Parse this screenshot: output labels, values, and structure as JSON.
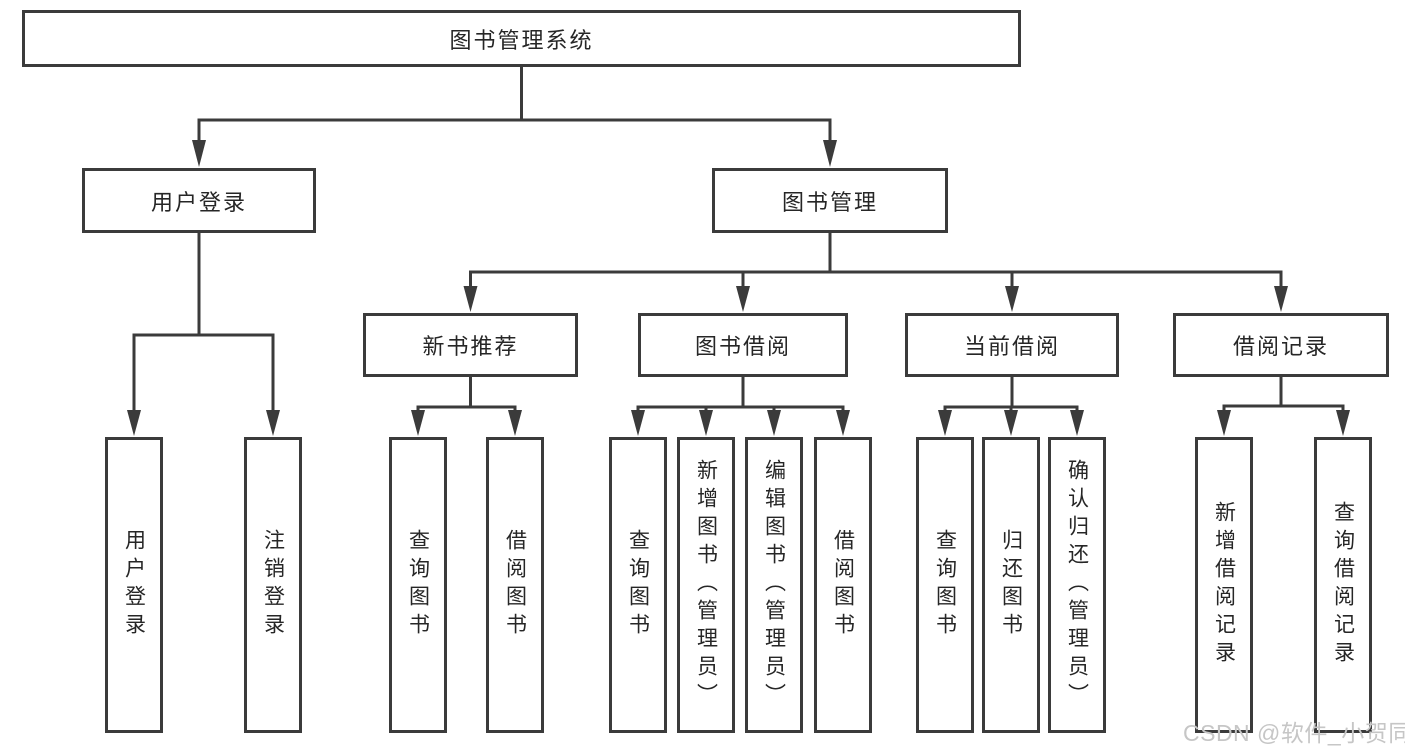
{
  "style": {
    "line_color": "#3b3b3b",
    "text_color": "#262626",
    "box_bg": "#ffffff",
    "page_bg": "#ffffff",
    "watermark_color": "#c6c6c6"
  },
  "watermark": {
    "text": "CSDN @软件_小贺同学"
  },
  "nodes": {
    "root": {
      "label": "图书管理系统"
    },
    "userLogin": {
      "label": "用户登录"
    },
    "bookManagement": {
      "label": "图书管理"
    },
    "newBookRecommend": {
      "label": "新书推荐"
    },
    "bookBorrow": {
      "label": "图书借阅"
    },
    "currentBorrow": {
      "label": "当前借阅"
    },
    "borrowRecord": {
      "label": "借阅记录"
    },
    "leafUserLogin": {
      "label": "用户登录"
    },
    "leafLogout": {
      "label": "注销登录"
    },
    "leafQueryBooksA": {
      "label": "查询图书"
    },
    "leafBorrowBooksA": {
      "label": "借阅图书"
    },
    "leafQueryBooksB": {
      "label": "查询图书"
    },
    "leafAddBooks": {
      "label": "新增图书（管理员）"
    },
    "leafEditBooks": {
      "label": "编辑图书（管理员）"
    },
    "leafBorrowBooksB": {
      "label": "借阅图书"
    },
    "leafQueryBooksC": {
      "label": "查询图书"
    },
    "leafReturnBooks": {
      "label": "归还图书"
    },
    "leafConfirmReturn": {
      "label": "确认归还（管理员）"
    },
    "leafAddBorrowRecord": {
      "label": "新增借阅记录"
    },
    "leafQueryBorrowRecord": {
      "label": "查询借阅记录"
    }
  },
  "hierarchy": {
    "root": [
      "userLogin",
      "bookManagement"
    ],
    "userLogin": [
      "leafUserLogin",
      "leafLogout"
    ],
    "bookManagement": [
      "newBookRecommend",
      "bookBorrow",
      "currentBorrow",
      "borrowRecord"
    ],
    "newBookRecommend": [
      "leafQueryBooksA",
      "leafBorrowBooksA"
    ],
    "bookBorrow": [
      "leafQueryBooksB",
      "leafAddBooks",
      "leafEditBooks",
      "leafBorrowBooksB"
    ],
    "currentBorrow": [
      "leafQueryBooksC",
      "leafReturnBooks",
      "leafConfirmReturn"
    ],
    "borrowRecord": [
      "leafAddBorrowRecord",
      "leafQueryBorrowRecord"
    ]
  }
}
